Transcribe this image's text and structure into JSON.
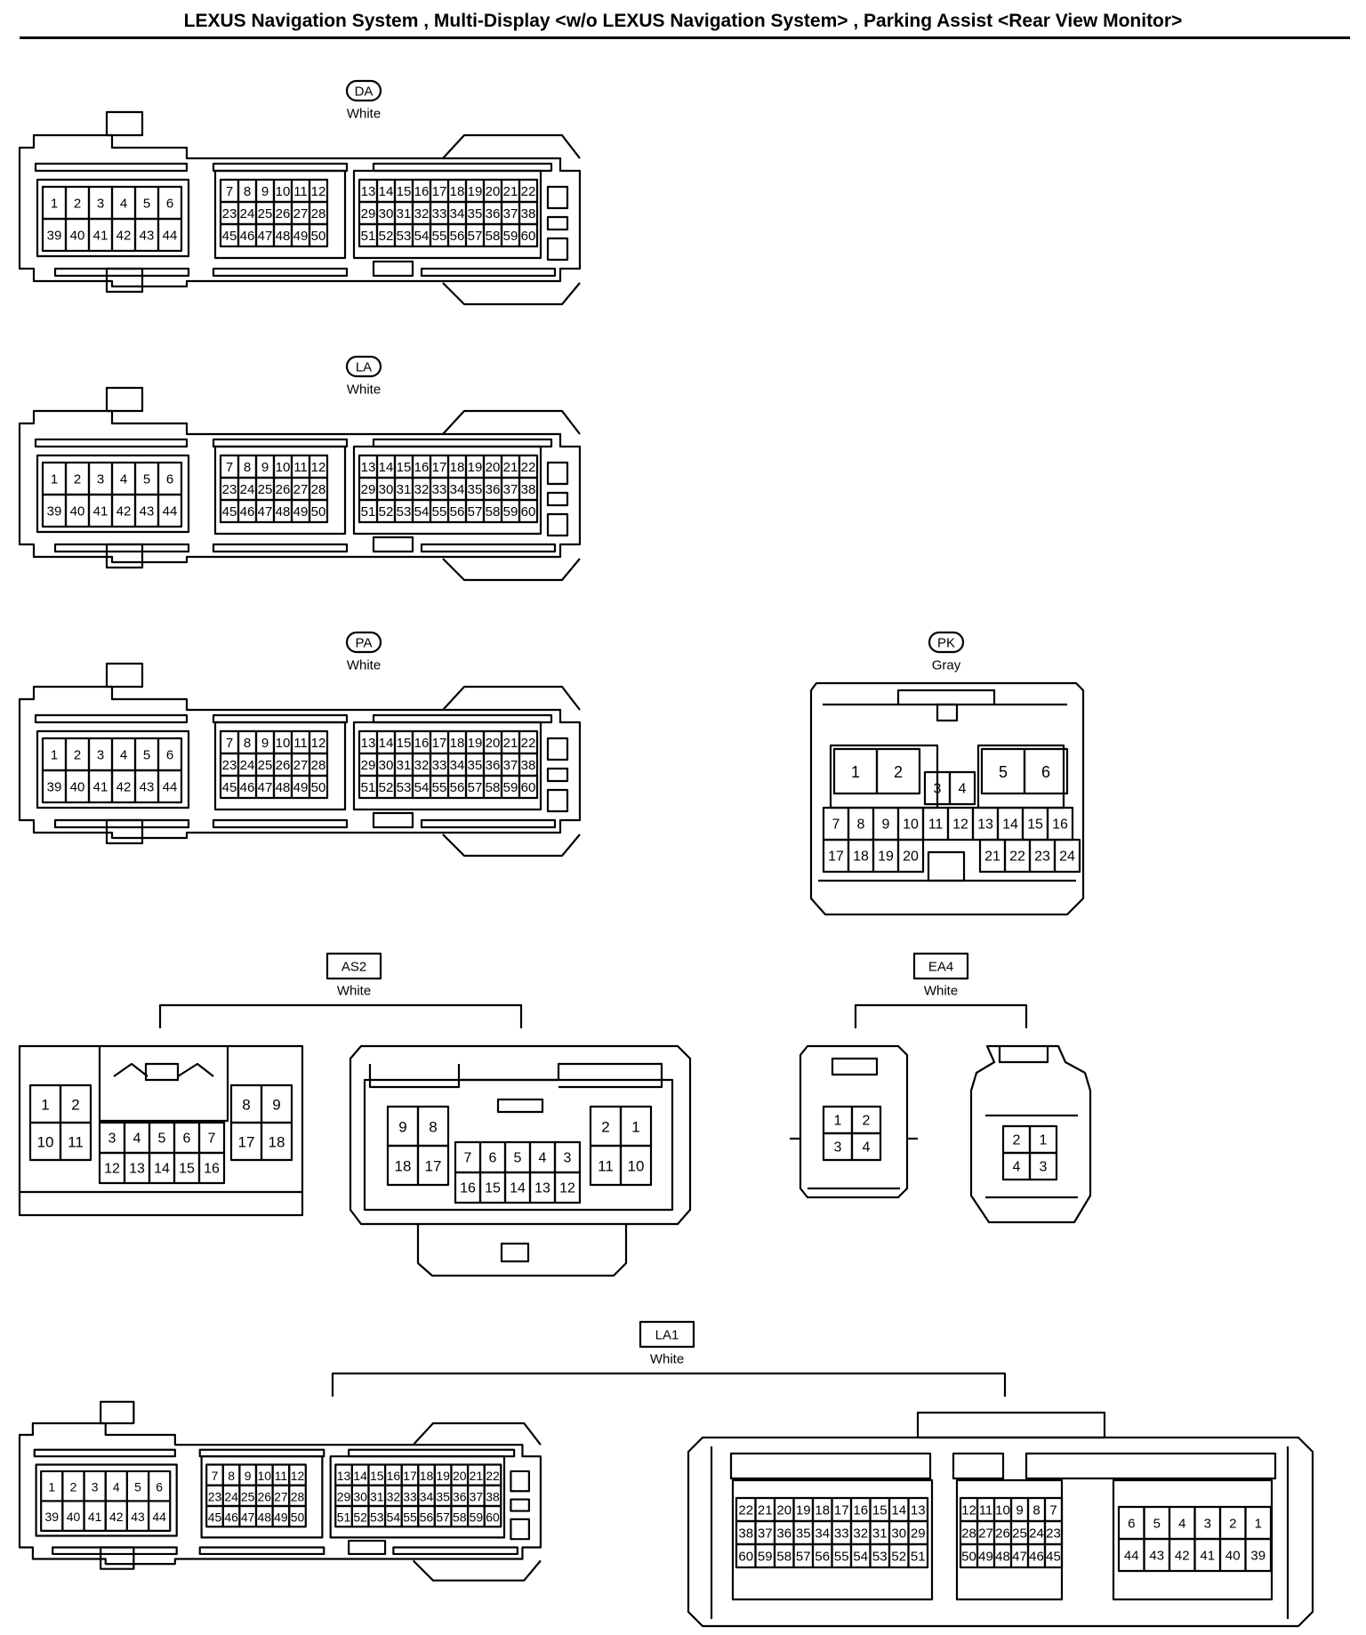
{
  "title": "LEXUS Navigation System , Multi-Display <w/o LEXUS Navigation System> , Parking Assist <Rear View Monitor>",
  "colors": {
    "line": "#000000",
    "background": "#ffffff"
  },
  "connectors": {
    "DA": {
      "code": "DA",
      "color": "White"
    },
    "LA": {
      "code": "LA",
      "color": "White"
    },
    "PA": {
      "code": "PA",
      "color": "White"
    },
    "PK": {
      "code": "PK",
      "color": "Gray"
    },
    "AS2": {
      "code": "AS2",
      "color": "White"
    },
    "EA4": {
      "code": "EA4",
      "color": "White"
    },
    "LA1": {
      "code": "LA1",
      "color": "White"
    }
  },
  "pinouts": {
    "std60": {
      "left": [
        [
          "1",
          "2",
          "3",
          "4",
          "5",
          "6"
        ],
        [
          "39",
          "40",
          "41",
          "42",
          "43",
          "44"
        ]
      ],
      "mid": [
        [
          "7",
          "8",
          "9",
          "10",
          "11",
          "12"
        ],
        [
          "23",
          "24",
          "25",
          "26",
          "27",
          "28"
        ],
        [
          "45",
          "46",
          "47",
          "48",
          "49",
          "50"
        ]
      ],
      "right": [
        [
          "13",
          "14",
          "15",
          "16",
          "17",
          "18",
          "19",
          "20",
          "21",
          "22"
        ],
        [
          "29",
          "30",
          "31",
          "32",
          "33",
          "34",
          "35",
          "36",
          "37",
          "38"
        ],
        [
          "51",
          "52",
          "53",
          "54",
          "55",
          "56",
          "57",
          "58",
          "59",
          "60"
        ]
      ]
    },
    "pk": {
      "top_left": [
        "1",
        "2"
      ],
      "top_right": [
        "5",
        "6"
      ],
      "center": [
        "3",
        "4"
      ],
      "row1": [
        "7",
        "8",
        "9",
        "10",
        "11",
        "12",
        "13",
        "14",
        "15",
        "16"
      ],
      "row2_left": [
        "17",
        "18",
        "19",
        "20"
      ],
      "row2_right": [
        "21",
        "22",
        "23",
        "24"
      ]
    },
    "as2_a": {
      "left": [
        [
          "1",
          "2"
        ],
        [
          "10",
          "11"
        ]
      ],
      "right": [
        [
          "8",
          "9"
        ],
        [
          "17",
          "18"
        ]
      ],
      "center": [
        [
          "3",
          "4",
          "5",
          "6",
          "7"
        ],
        [
          "12",
          "13",
          "14",
          "15",
          "16"
        ]
      ]
    },
    "as2_b": {
      "left": [
        [
          "9",
          "8"
        ],
        [
          "18",
          "17"
        ]
      ],
      "right": [
        [
          "2",
          "1"
        ],
        [
          "11",
          "10"
        ]
      ],
      "center": [
        [
          "7",
          "6",
          "5",
          "4",
          "3"
        ],
        [
          "16",
          "15",
          "14",
          "13",
          "12"
        ]
      ]
    },
    "ea4_a": [
      [
        "1",
        "2"
      ],
      [
        "3",
        "4"
      ]
    ],
    "ea4_b": [
      [
        "2",
        "1"
      ],
      [
        "4",
        "3"
      ]
    ],
    "la1_b": {
      "left": [
        [
          "22",
          "21",
          "20",
          "19",
          "18",
          "17",
          "16",
          "15",
          "14",
          "13"
        ],
        [
          "38",
          "37",
          "36",
          "35",
          "34",
          "33",
          "32",
          "31",
          "30",
          "29"
        ],
        [
          "60",
          "59",
          "58",
          "57",
          "56",
          "55",
          "54",
          "53",
          "52",
          "51"
        ]
      ],
      "mid": [
        [
          "12",
          "11",
          "10",
          "9",
          "8",
          "7"
        ],
        [
          "28",
          "27",
          "26",
          "25",
          "24",
          "23"
        ],
        [
          "50",
          "49",
          "48",
          "47",
          "46",
          "45"
        ]
      ],
      "right": [
        [
          "6",
          "5",
          "4",
          "3",
          "2",
          "1"
        ],
        [
          "44",
          "43",
          "42",
          "41",
          "40",
          "39"
        ]
      ]
    }
  }
}
